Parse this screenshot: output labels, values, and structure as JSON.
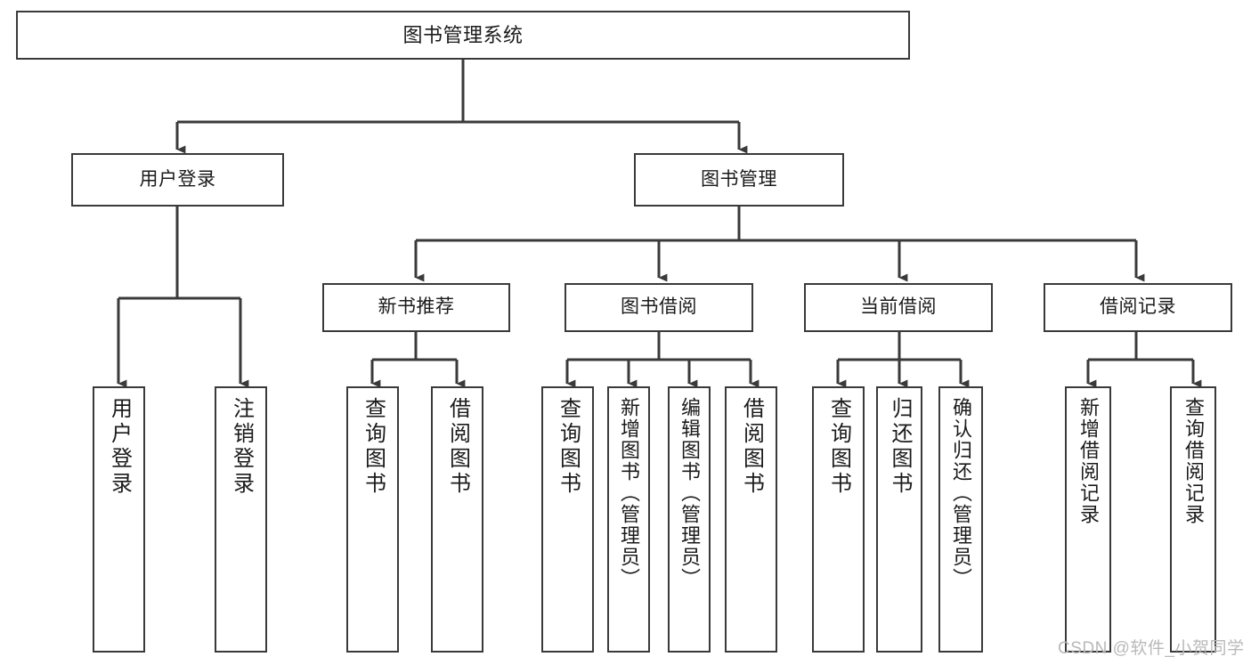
{
  "diagram": {
    "type": "tree",
    "title": "图书管理系统",
    "orientation": "top-down",
    "colors": {
      "box_border": "#3a3a3a",
      "box_fill": "#ffffff",
      "edge": "#3a3a3a",
      "text": "#1b1b1b",
      "watermark": "#b9b9b9",
      "background": "#ffffff"
    },
    "watermark": "CSDN @软件_小贺同学",
    "levels": {
      "root": {
        "label": "图书管理系统"
      },
      "level2": [
        {
          "label": "用户登录"
        },
        {
          "label": "图书管理"
        }
      ],
      "level3": [
        {
          "label": "新书推荐"
        },
        {
          "label": "图书借阅"
        },
        {
          "label": "当前借阅"
        },
        {
          "label": "借阅记录"
        }
      ],
      "leaves": {
        "user_login": [
          {
            "label": "用户登录"
          },
          {
            "label": "注销登录"
          }
        ],
        "new_book_recommend": [
          {
            "label": "查询图书"
          },
          {
            "label": "借阅图书"
          }
        ],
        "book_borrow": [
          {
            "label": "查询图书"
          },
          {
            "label": "新增图书（管理员）"
          },
          {
            "label": "编辑图书（管理员）"
          },
          {
            "label": "借阅图书"
          }
        ],
        "current_borrow": [
          {
            "label": "查询图书"
          },
          {
            "label": "归还图书"
          },
          {
            "label": "确认归还（管理员）"
          }
        ],
        "borrow_record": [
          {
            "label": "新增借阅记录"
          },
          {
            "label": "查询借阅记录"
          }
        ]
      }
    }
  }
}
